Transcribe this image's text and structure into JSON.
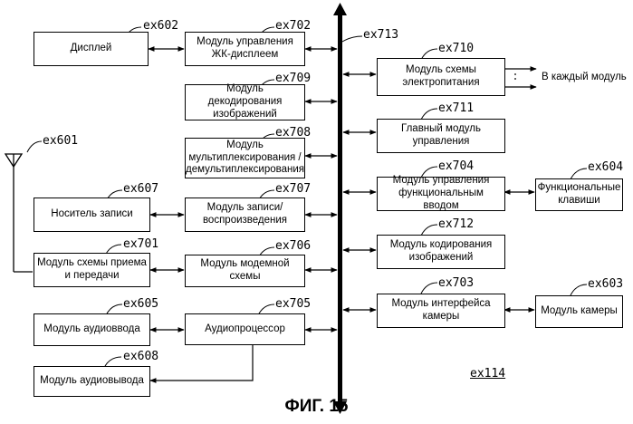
{
  "figure": {
    "caption": "ФИГ. 15",
    "overall_ref": "ex114",
    "bus_ref": "ex713",
    "antenna_ref": "ex601",
    "external_label": "В каждый модуль"
  },
  "blocks": {
    "display": {
      "label": "Дисплей",
      "ref": "ex602"
    },
    "lcd_ctrl": {
      "label": "Модуль управления ЖК-дисплеем",
      "ref": "ex702"
    },
    "img_decode": {
      "label": "Модуль декодирования изображений",
      "ref": "ex709"
    },
    "mux": {
      "label": "Модуль мультиплексирования / демультиплексирования",
      "ref": "ex708"
    },
    "storage": {
      "label": "Носитель записи",
      "ref": "ex607"
    },
    "rec_play": {
      "label": "Модуль записи/воспроизведения",
      "ref": "ex707"
    },
    "txrx": {
      "label": "Модуль схемы приема и передачи",
      "ref": "ex701"
    },
    "modem": {
      "label": "Модуль модемной схемы",
      "ref": "ex706"
    },
    "audio_in": {
      "label": "Модуль аудиоввода",
      "ref": "ex605"
    },
    "audio_proc": {
      "label": "Аудиопроцессор",
      "ref": "ex705"
    },
    "audio_out": {
      "label": "Модуль аудиовывода",
      "ref": "ex608"
    },
    "power": {
      "label": "Модуль схемы электропитания",
      "ref": "ex710"
    },
    "main_ctrl": {
      "label": "Главный модуль управления",
      "ref": "ex711"
    },
    "func_input": {
      "label": "Модуль управления функциональным вводом",
      "ref": "ex704"
    },
    "func_keys": {
      "label": "Функциональные клавиши",
      "ref": "ex604"
    },
    "img_encode": {
      "label": "Модуль кодирования изображений",
      "ref": "ex712"
    },
    "cam_if": {
      "label": "Модуль интерфейса камеры",
      "ref": "ex703"
    },
    "camera": {
      "label": "Модуль камеры",
      "ref": "ex603"
    }
  }
}
